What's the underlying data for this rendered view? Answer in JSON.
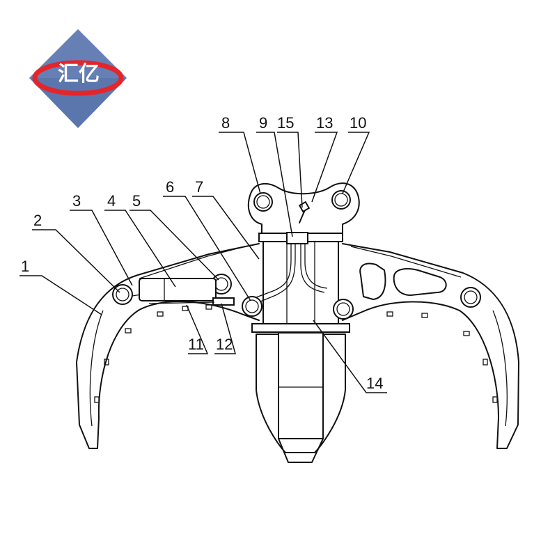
{
  "logo": {
    "text": "汇亿",
    "diamond_color": "#5b76ad",
    "ring_color": "#e4252a"
  },
  "callouts": [
    {
      "id": "1",
      "label": "1"
    },
    {
      "id": "2",
      "label": "2"
    },
    {
      "id": "3",
      "label": "3"
    },
    {
      "id": "4",
      "label": "4"
    },
    {
      "id": "5",
      "label": "5"
    },
    {
      "id": "6",
      "label": "6"
    },
    {
      "id": "7",
      "label": "7"
    },
    {
      "id": "8",
      "label": "8"
    },
    {
      "id": "9",
      "label": "9"
    },
    {
      "id": "10",
      "label": "10"
    },
    {
      "id": "11",
      "label": "11"
    },
    {
      "id": "12",
      "label": "12"
    },
    {
      "id": "13",
      "label": "13"
    },
    {
      "id": "14",
      "label": "14"
    },
    {
      "id": "15",
      "label": "15"
    }
  ]
}
